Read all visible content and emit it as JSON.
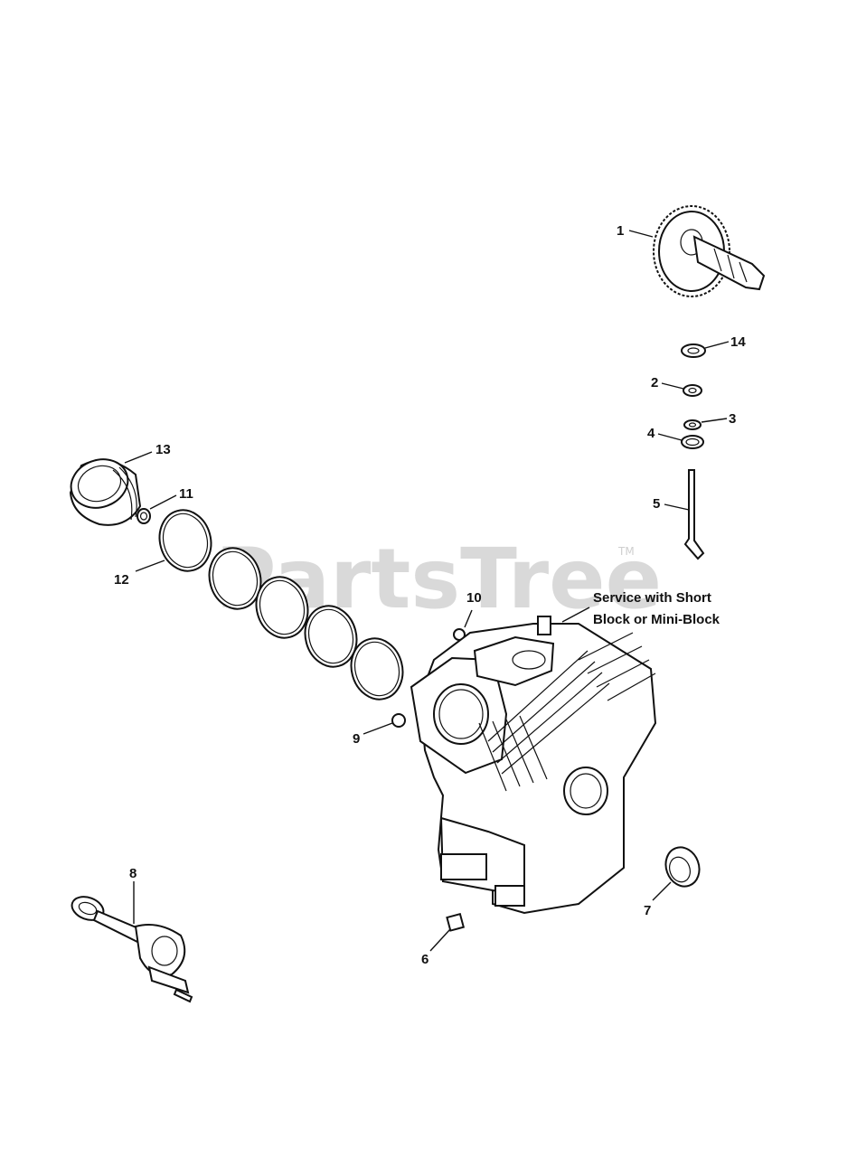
{
  "watermark": {
    "text": "PartsTree",
    "trademark": "TM"
  },
  "note": {
    "line1": "Service with Short",
    "line2": "Block or Mini-Block"
  },
  "callouts": [
    {
      "id": "1",
      "label": "1"
    },
    {
      "id": "2",
      "label": "2"
    },
    {
      "id": "3",
      "label": "3"
    },
    {
      "id": "4",
      "label": "4"
    },
    {
      "id": "5",
      "label": "5"
    },
    {
      "id": "6",
      "label": "6"
    },
    {
      "id": "7",
      "label": "7"
    },
    {
      "id": "8",
      "label": "8"
    },
    {
      "id": "9",
      "label": "9"
    },
    {
      "id": "10",
      "label": "10"
    },
    {
      "id": "11",
      "label": "11"
    },
    {
      "id": "12",
      "label": "12"
    },
    {
      "id": "13",
      "label": "13"
    },
    {
      "id": "14",
      "label": "14"
    }
  ]
}
